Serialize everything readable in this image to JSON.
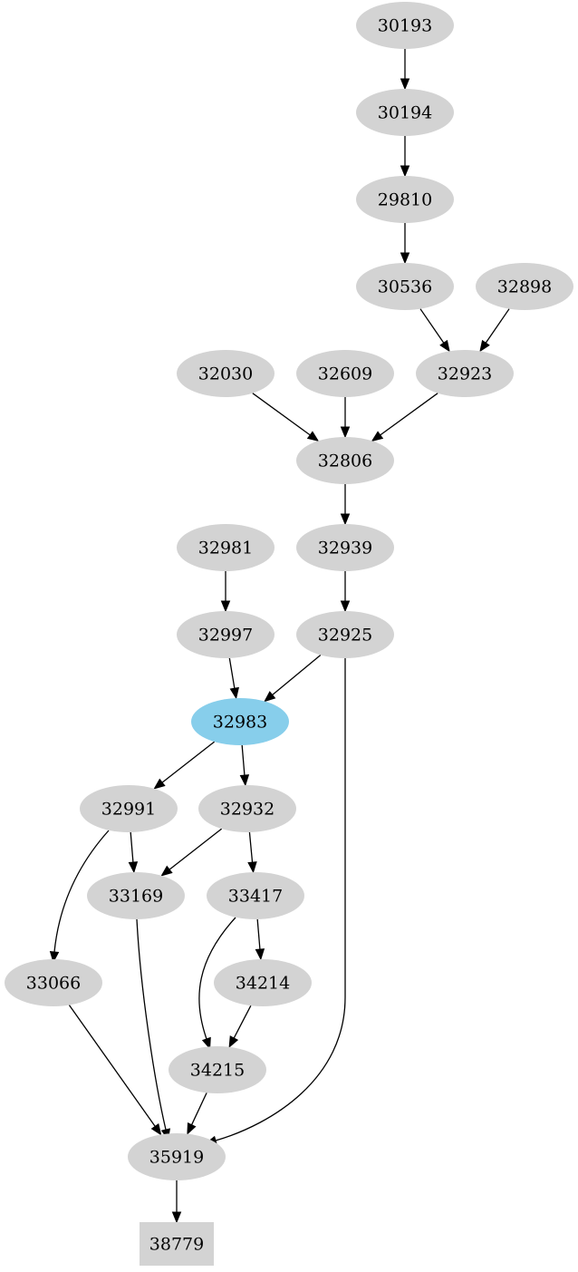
{
  "colors": {
    "node_fill": "#d3d3d3",
    "highlight_fill": "#87ceeb",
    "edge": "#000000",
    "text": "#000000",
    "background": "#ffffff"
  },
  "nodes": [
    {
      "id": "30193",
      "label": "30193",
      "shape": "ellipse"
    },
    {
      "id": "30194",
      "label": "30194",
      "shape": "ellipse"
    },
    {
      "id": "29810",
      "label": "29810",
      "shape": "ellipse"
    },
    {
      "id": "30536",
      "label": "30536",
      "shape": "ellipse"
    },
    {
      "id": "32898",
      "label": "32898",
      "shape": "ellipse"
    },
    {
      "id": "32030",
      "label": "32030",
      "shape": "ellipse"
    },
    {
      "id": "32609",
      "label": "32609",
      "shape": "ellipse"
    },
    {
      "id": "32923",
      "label": "32923",
      "shape": "ellipse"
    },
    {
      "id": "32806",
      "label": "32806",
      "shape": "ellipse"
    },
    {
      "id": "32981",
      "label": "32981",
      "shape": "ellipse"
    },
    {
      "id": "32939",
      "label": "32939",
      "shape": "ellipse"
    },
    {
      "id": "32997",
      "label": "32997",
      "shape": "ellipse"
    },
    {
      "id": "32925",
      "label": "32925",
      "shape": "ellipse"
    },
    {
      "id": "32983",
      "label": "32983",
      "shape": "ellipse",
      "highlighted": true
    },
    {
      "id": "32991",
      "label": "32991",
      "shape": "ellipse"
    },
    {
      "id": "32932",
      "label": "32932",
      "shape": "ellipse"
    },
    {
      "id": "33169",
      "label": "33169",
      "shape": "ellipse"
    },
    {
      "id": "33417",
      "label": "33417",
      "shape": "ellipse"
    },
    {
      "id": "33066",
      "label": "33066",
      "shape": "ellipse"
    },
    {
      "id": "34214",
      "label": "34214",
      "shape": "ellipse"
    },
    {
      "id": "34215",
      "label": "34215",
      "shape": "ellipse"
    },
    {
      "id": "35919",
      "label": "35919",
      "shape": "ellipse"
    },
    {
      "id": "38779",
      "label": "38779",
      "shape": "box"
    }
  ],
  "edges": [
    {
      "from": "30193",
      "to": "30194"
    },
    {
      "from": "30194",
      "to": "29810"
    },
    {
      "from": "29810",
      "to": "30536"
    },
    {
      "from": "30536",
      "to": "32923"
    },
    {
      "from": "32898",
      "to": "32923"
    },
    {
      "from": "32030",
      "to": "32806"
    },
    {
      "from": "32609",
      "to": "32806"
    },
    {
      "from": "32923",
      "to": "32806"
    },
    {
      "from": "32806",
      "to": "32939"
    },
    {
      "from": "32939",
      "to": "32925"
    },
    {
      "from": "32981",
      "to": "32997"
    },
    {
      "from": "32997",
      "to": "32983"
    },
    {
      "from": "32925",
      "to": "32983"
    },
    {
      "from": "32925",
      "to": "35919"
    },
    {
      "from": "32983",
      "to": "32991"
    },
    {
      "from": "32983",
      "to": "32932"
    },
    {
      "from": "32991",
      "to": "33169"
    },
    {
      "from": "32991",
      "to": "33066"
    },
    {
      "from": "32932",
      "to": "33169"
    },
    {
      "from": "32932",
      "to": "33417"
    },
    {
      "from": "33417",
      "to": "34214"
    },
    {
      "from": "33417",
      "to": "34215"
    },
    {
      "from": "34214",
      "to": "34215"
    },
    {
      "from": "33169",
      "to": "35919"
    },
    {
      "from": "33066",
      "to": "35919"
    },
    {
      "from": "34215",
      "to": "35919"
    },
    {
      "from": "35919",
      "to": "38779"
    }
  ]
}
